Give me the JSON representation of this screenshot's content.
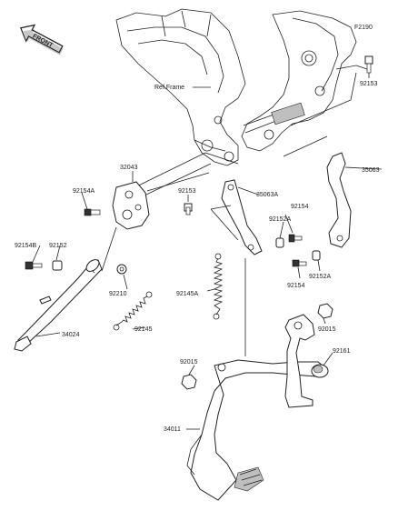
{
  "diagram": {
    "code": "F2190",
    "ref_label": "Ref.Frame",
    "front_label": "FRONT",
    "parts": [
      {
        "id": "p92153a",
        "label": "92153"
      },
      {
        "id": "p32043",
        "label": "32043"
      },
      {
        "id": "p92154a",
        "label": "92154A"
      },
      {
        "id": "p92153b",
        "label": "92153"
      },
      {
        "id": "p35063a",
        "label": "35063A"
      },
      {
        "id": "p35063",
        "label": "35063"
      },
      {
        "id": "p92154b_top",
        "label": "92154"
      },
      {
        "id": "p92152a_top",
        "label": "92152A"
      },
      {
        "id": "p92154B",
        "label": "92154B"
      },
      {
        "id": "p92152",
        "label": "92152"
      },
      {
        "id": "p92210",
        "label": "92210"
      },
      {
        "id": "p92145A",
        "label": "92145A"
      },
      {
        "id": "p92154c",
        "label": "92154"
      },
      {
        "id": "p92152A_bot",
        "label": "92152A"
      },
      {
        "id": "p34024",
        "label": "34024"
      },
      {
        "id": "p92145",
        "label": "92145"
      },
      {
        "id": "p92015a",
        "label": "92015"
      },
      {
        "id": "p92015b",
        "label": "92015"
      },
      {
        "id": "p92161",
        "label": "92161"
      },
      {
        "id": "p34011",
        "label": "34011"
      }
    ]
  }
}
